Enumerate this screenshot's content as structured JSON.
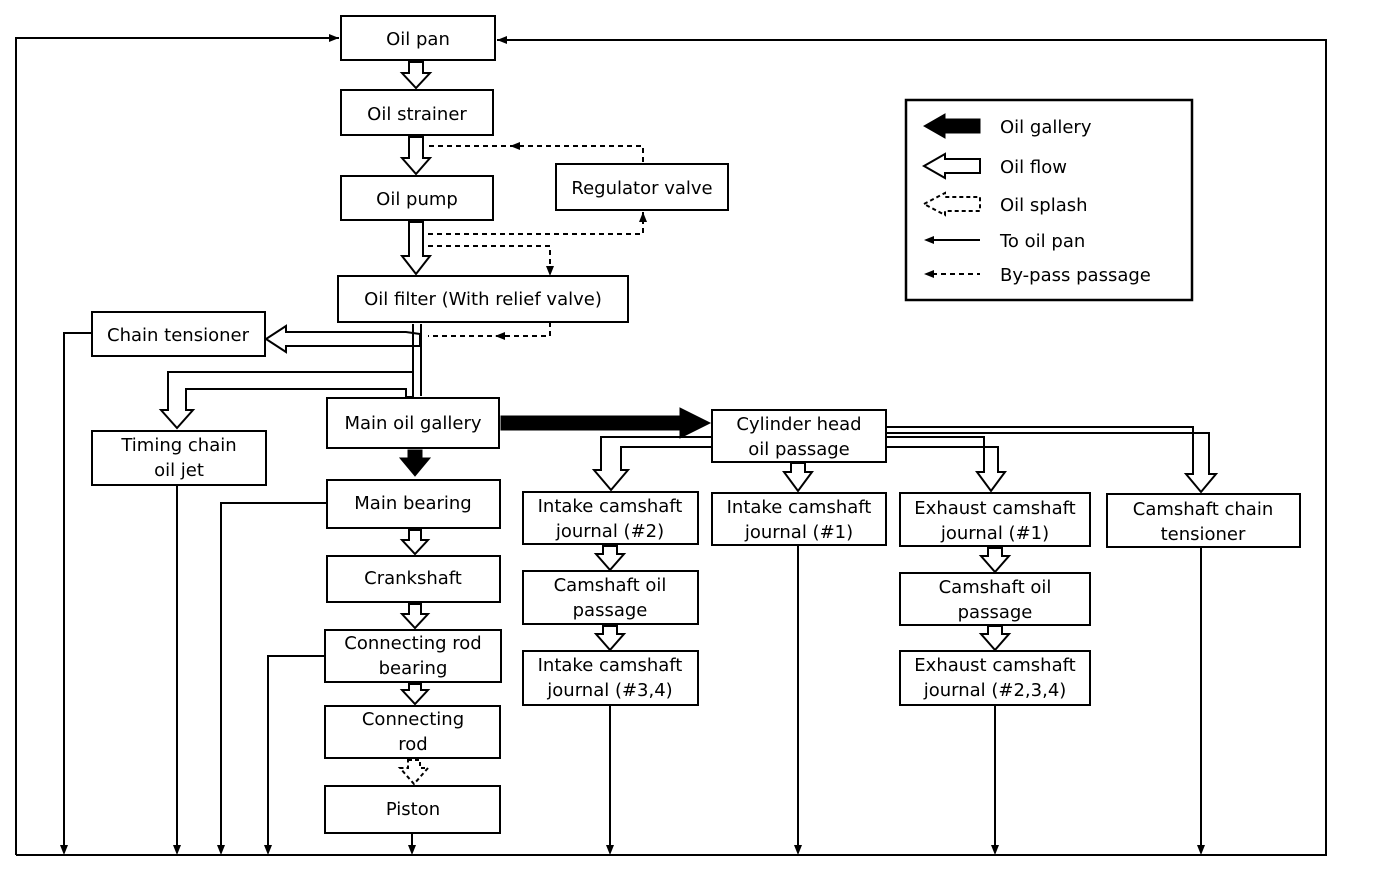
{
  "nodes": {
    "oil_pan": [
      "Oil pan"
    ],
    "oil_strainer": [
      "Oil strainer"
    ],
    "oil_pump": [
      "Oil pump"
    ],
    "regulator_valve": [
      "Regulator valve"
    ],
    "oil_filter": [
      "Oil filter (With relief valve)"
    ],
    "chain_tensioner": [
      "Chain tensioner"
    ],
    "timing_chain_oil_jet": [
      "Timing chain",
      "oil jet"
    ],
    "main_oil_gallery": [
      "Main oil gallery"
    ],
    "cylinder_head_oil_passage": [
      "Cylinder head",
      "oil passage"
    ],
    "main_bearing": [
      "Main bearing"
    ],
    "crankshaft": [
      "Crankshaft"
    ],
    "connecting_rod_bearing": [
      "Connecting rod",
      "bearing"
    ],
    "connecting_rod": [
      "Connecting",
      "rod"
    ],
    "piston": [
      "Piston"
    ],
    "intake_cam_journal_2": [
      "Intake camshaft",
      "journal (#2)"
    ],
    "intake_cam_journal_1": [
      "Intake camshaft",
      "journal (#1)"
    ],
    "exhaust_cam_journal_1": [
      "Exhaust camshaft",
      "journal (#1)"
    ],
    "camshaft_chain_tensioner": [
      "Camshaft chain",
      "tensioner"
    ],
    "camshaft_oil_passage_intake": [
      "Camshaft oil",
      "passage"
    ],
    "camshaft_oil_passage_exhaust": [
      "Camshaft oil",
      "passage"
    ],
    "intake_cam_journal_34": [
      "Intake camshaft",
      "journal (#3,4)"
    ],
    "exhaust_cam_journal_234": [
      "Exhaust camshaft",
      "journal (#2,3,4)"
    ]
  },
  "legend": {
    "oil_gallery": "Oil gallery",
    "oil_flow": "Oil flow",
    "oil_splash": "Oil splash",
    "to_oil_pan": "To oil pan",
    "bypass_passage": "By-pass passage"
  }
}
